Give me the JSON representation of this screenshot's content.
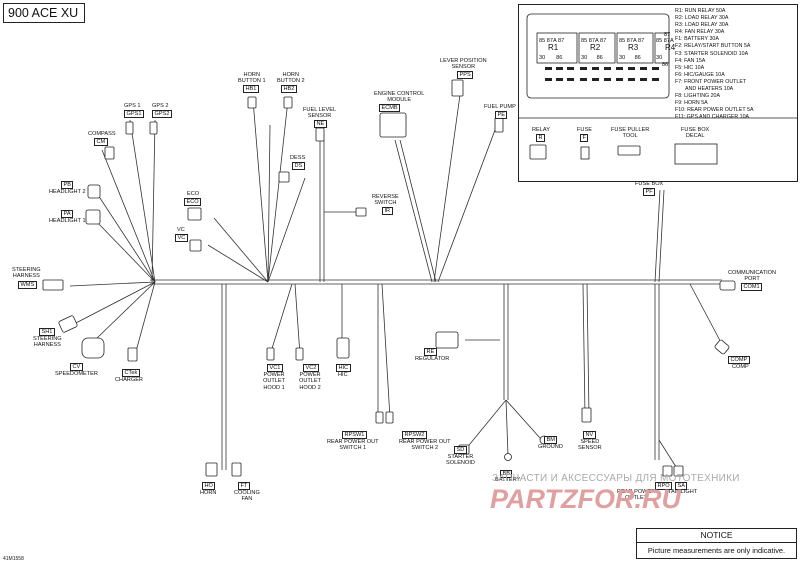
{
  "title": "900 ACE XU",
  "figure_id": "41M1558",
  "notice": {
    "title": "NOTICE",
    "text": "Picture measurements are only indicative."
  },
  "watermark": {
    "line1": "ЗАПЧАСТИ И АКСЕССУАРЫ ДЛЯ МОТОТЕХНИКИ",
    "line2": "PARTZFOR.RU"
  },
  "fuse_box": {
    "relays": [
      {
        "name": "R1",
        "pins": [
          "85",
          "87A",
          "87",
          "30",
          "86"
        ]
      },
      {
        "name": "R2",
        "pins": [
          "85",
          "87A",
          "87",
          "30",
          "86"
        ]
      },
      {
        "name": "R3",
        "pins": [
          "85",
          "87A",
          "87",
          "30",
          "86"
        ]
      },
      {
        "name": "R4",
        "pins": [
          "85",
          "87A",
          "87",
          "30",
          "86"
        ]
      }
    ],
    "legend": [
      "R1: RUN RELAY 50A",
      "R2: LOAD RELAY 30A",
      "R3: LOAD RELAY 30A",
      "R4: FAN RELAY 30A",
      "F1: BATTERY 30A",
      "F2: RELAY/START BUTTON 5A",
      "F3: STARTER SOLENOID 10A",
      "F4: FAN 15A",
      "F5: HIC 10A",
      "F6: HIC/GAUGE 10A",
      "F7: FRONT POWER OUTLET",
      "AND HEATERS 10A",
      "F8: LIGHTING 20A",
      "F9: HORN 5A",
      "F10: REAR POWER OUTLET 5A",
      "F11: GPS AND CHARGER 10A"
    ],
    "parts": [
      {
        "label": "RELAY",
        "code": "R"
      },
      {
        "label": "FUSE",
        "code": "F"
      },
      {
        "label": "FUSE PULLER\nTOOL",
        "code": ""
      },
      {
        "label": "FUSE BOX\nDECAL",
        "code": ""
      }
    ]
  },
  "components": {
    "gps1": {
      "label": "GPS 1",
      "code": "GPS1"
    },
    "gps2": {
      "label": "GPS 2",
      "code": "GPS2"
    },
    "compass": {
      "label": "COMPASS",
      "code": "CM"
    },
    "headlight2": {
      "label": "HEADLIGHT 2",
      "code": "PB"
    },
    "headlight1": {
      "label": "HEADLIGHT 1",
      "code": "PA"
    },
    "steering_harness_wms": {
      "label": "STEERING\nHARNESS",
      "code": "WMS"
    },
    "steering_harness_sh1": {
      "label": "STEERING\nHARNESS",
      "code": "SH1"
    },
    "speedometer": {
      "label": "SPEEDOMETER",
      "code": "CV"
    },
    "charger": {
      "label": "CHARGER",
      "code": "CTek"
    },
    "horn_button1": {
      "label": "HORN\nBUTTON 1",
      "code": "HB1"
    },
    "horn_button2": {
      "label": "HORN\nBUTTON 2",
      "code": "HB2"
    },
    "fuel_level": {
      "label": "FUEL LEVEL\nSENSOR",
      "code": "NE"
    },
    "dess": {
      "label": "DESS",
      "code": "DS"
    },
    "eco": {
      "label": "ECO",
      "code": "ECO"
    },
    "vc": {
      "label": "VC",
      "code": "VC"
    },
    "ecm": {
      "label": "ENGINE CONTROL\nMODULE",
      "code": "ECMB"
    },
    "lever_position": {
      "label": "LEVER POSITION\nSENSOR",
      "code": "PPS"
    },
    "fuel_pump": {
      "label": "FUEL PUMP",
      "code": "PE"
    },
    "reverse_switch": {
      "label": "REVERSE\nSWITCH",
      "code": "IR"
    },
    "fuse_box_pf": {
      "label": "FUSE BOX",
      "code": "PF"
    },
    "comm_port": {
      "label": "COMMUNICATION\nPORT",
      "code": "COM1"
    },
    "comp": {
      "label": "COMP",
      "code": "COMP"
    },
    "regulator": {
      "label": "REGULATOR",
      "code": "RE"
    },
    "power_outlet_hood1": {
      "label": "POWER\nOUTLET\nHOOD 1",
      "code": "VC1"
    },
    "power_outlet_hood2": {
      "label": "POWER\nOUTLET\nHOOD 2",
      "code": "VC2"
    },
    "hic": {
      "label": "HIC",
      "code": "HIC"
    },
    "rear_power_switch1": {
      "label": "REAR POWER OUT\nSWITCH 1",
      "code": "RPSW1"
    },
    "rear_power_switch2": {
      "label": "REAR POWER OUT\nSWITCH 2",
      "code": "RPSW2"
    },
    "starter_solenoid": {
      "label": "STARTER\nSOLENOID",
      "code": "SD"
    },
    "ground": {
      "label": "GROUND",
      "code": "BM"
    },
    "battery": {
      "label": "BATTERY",
      "code": "BB"
    },
    "speed_sensor": {
      "label": "SPEED\nSENSOR",
      "code": "NV"
    },
    "rear_power_outlet": {
      "label": "REAR POWER\nOUTLET",
      "code": "RPO"
    },
    "tail_light": {
      "label": "TAIL LIGHT",
      "code": "SA"
    },
    "horn": {
      "label": "HORN",
      "code": "HO"
    },
    "cooling_fan": {
      "label": "COOLING\nFAN",
      "code": "FT"
    }
  }
}
